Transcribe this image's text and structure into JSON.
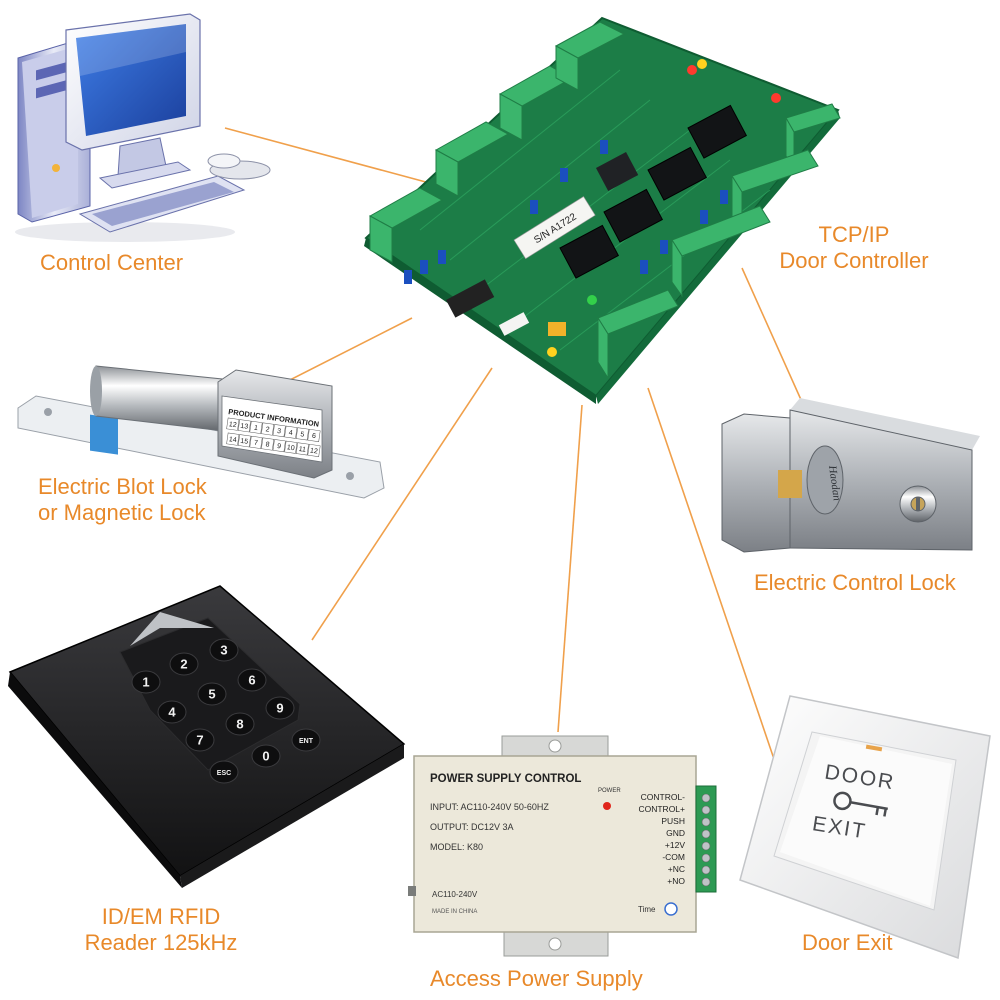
{
  "colors": {
    "label": "#e8892a",
    "connector": "#f0a04b",
    "pcb": "#1f8a4f",
    "terminal": "#36b36a",
    "metal": "#b9bcc1",
    "reader": "#1d1d1f",
    "psu": "#e9e4d4"
  },
  "labels": {
    "control_center": "Control Center",
    "controller": [
      "TCP/IP",
      "Door Controller"
    ],
    "bolt_lock": [
      "Electric Blot Lock",
      "or Magnetic Lock"
    ],
    "control_lock": "Electric Control Lock",
    "rfid_reader": [
      "ID/EM RFID",
      "Reader 125kHz"
    ],
    "power_supply": "Access Power Supply",
    "door_exit": "Door Exit"
  },
  "bolt_sticker": {
    "title": "PRODUCT  INFORMATION",
    "row1": [
      "12",
      "13",
      "1",
      "2",
      "3",
      "4",
      "5",
      "6"
    ],
    "row2": [
      "14",
      "15",
      "7",
      "8",
      "9",
      "10",
      "11",
      "12"
    ]
  },
  "keypad": {
    "keys": [
      "1",
      "2",
      "3",
      "4",
      "5",
      "6",
      "7",
      "8",
      "9",
      "ESC",
      "0",
      "ENT"
    ]
  },
  "psu": {
    "title": "POWER SUPPLY CONTROL",
    "input": "INPUT:  AC110-240V  50-60HZ",
    "output": "OUTPUT:  DC12V   3A",
    "model": "MODEL:  K80",
    "ac": "AC110-240V",
    "made": "MADE IN CHINA",
    "power": "POWER",
    "time": "Time",
    "terminals": [
      "CONTROL-",
      "CONTROL+",
      "PUSH",
      "GND",
      "+12V",
      "-COM",
      "+NC",
      "+NO"
    ]
  },
  "exit_button": {
    "line1": "DOOR",
    "line2": "EXIT"
  },
  "lock_brand": "Haodan",
  "pcb_sticker": "S/N A1722"
}
